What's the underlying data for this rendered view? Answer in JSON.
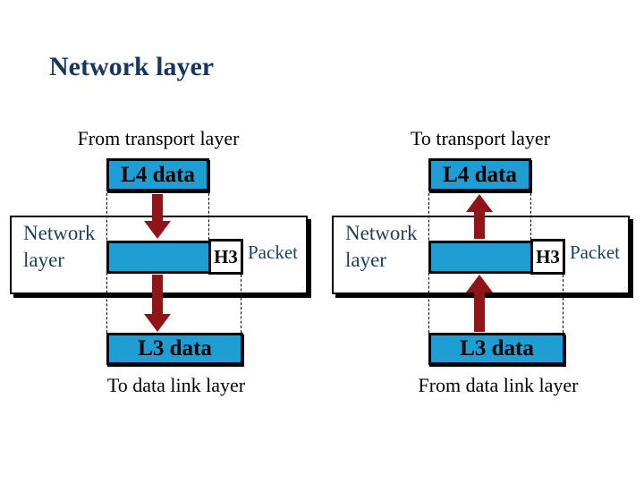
{
  "title": "Network layer",
  "colors": {
    "title_text": "#17375E",
    "label_text": "#1E3D5C",
    "box_fill": "#1E9ED2",
    "arrow_fill": "#8F1519",
    "line_black": "#000000"
  },
  "diagrams": [
    {
      "top_caption": "From transport layer",
      "l4_label": "L4 data",
      "layer_label_line1": "Network",
      "layer_label_line2": "layer",
      "header_label": "H3",
      "packet_label": "Packet",
      "l3_label": "L3 data",
      "bottom_caption": "To data link layer",
      "arrow_direction": "down"
    },
    {
      "top_caption": "To transport layer",
      "l4_label": "L4 data",
      "layer_label_line1": "Network",
      "layer_label_line2": "layer",
      "header_label": "H3",
      "packet_label": "Packet",
      "l3_label": "L3 data",
      "bottom_caption": "From data link layer",
      "arrow_direction": "up"
    }
  ]
}
